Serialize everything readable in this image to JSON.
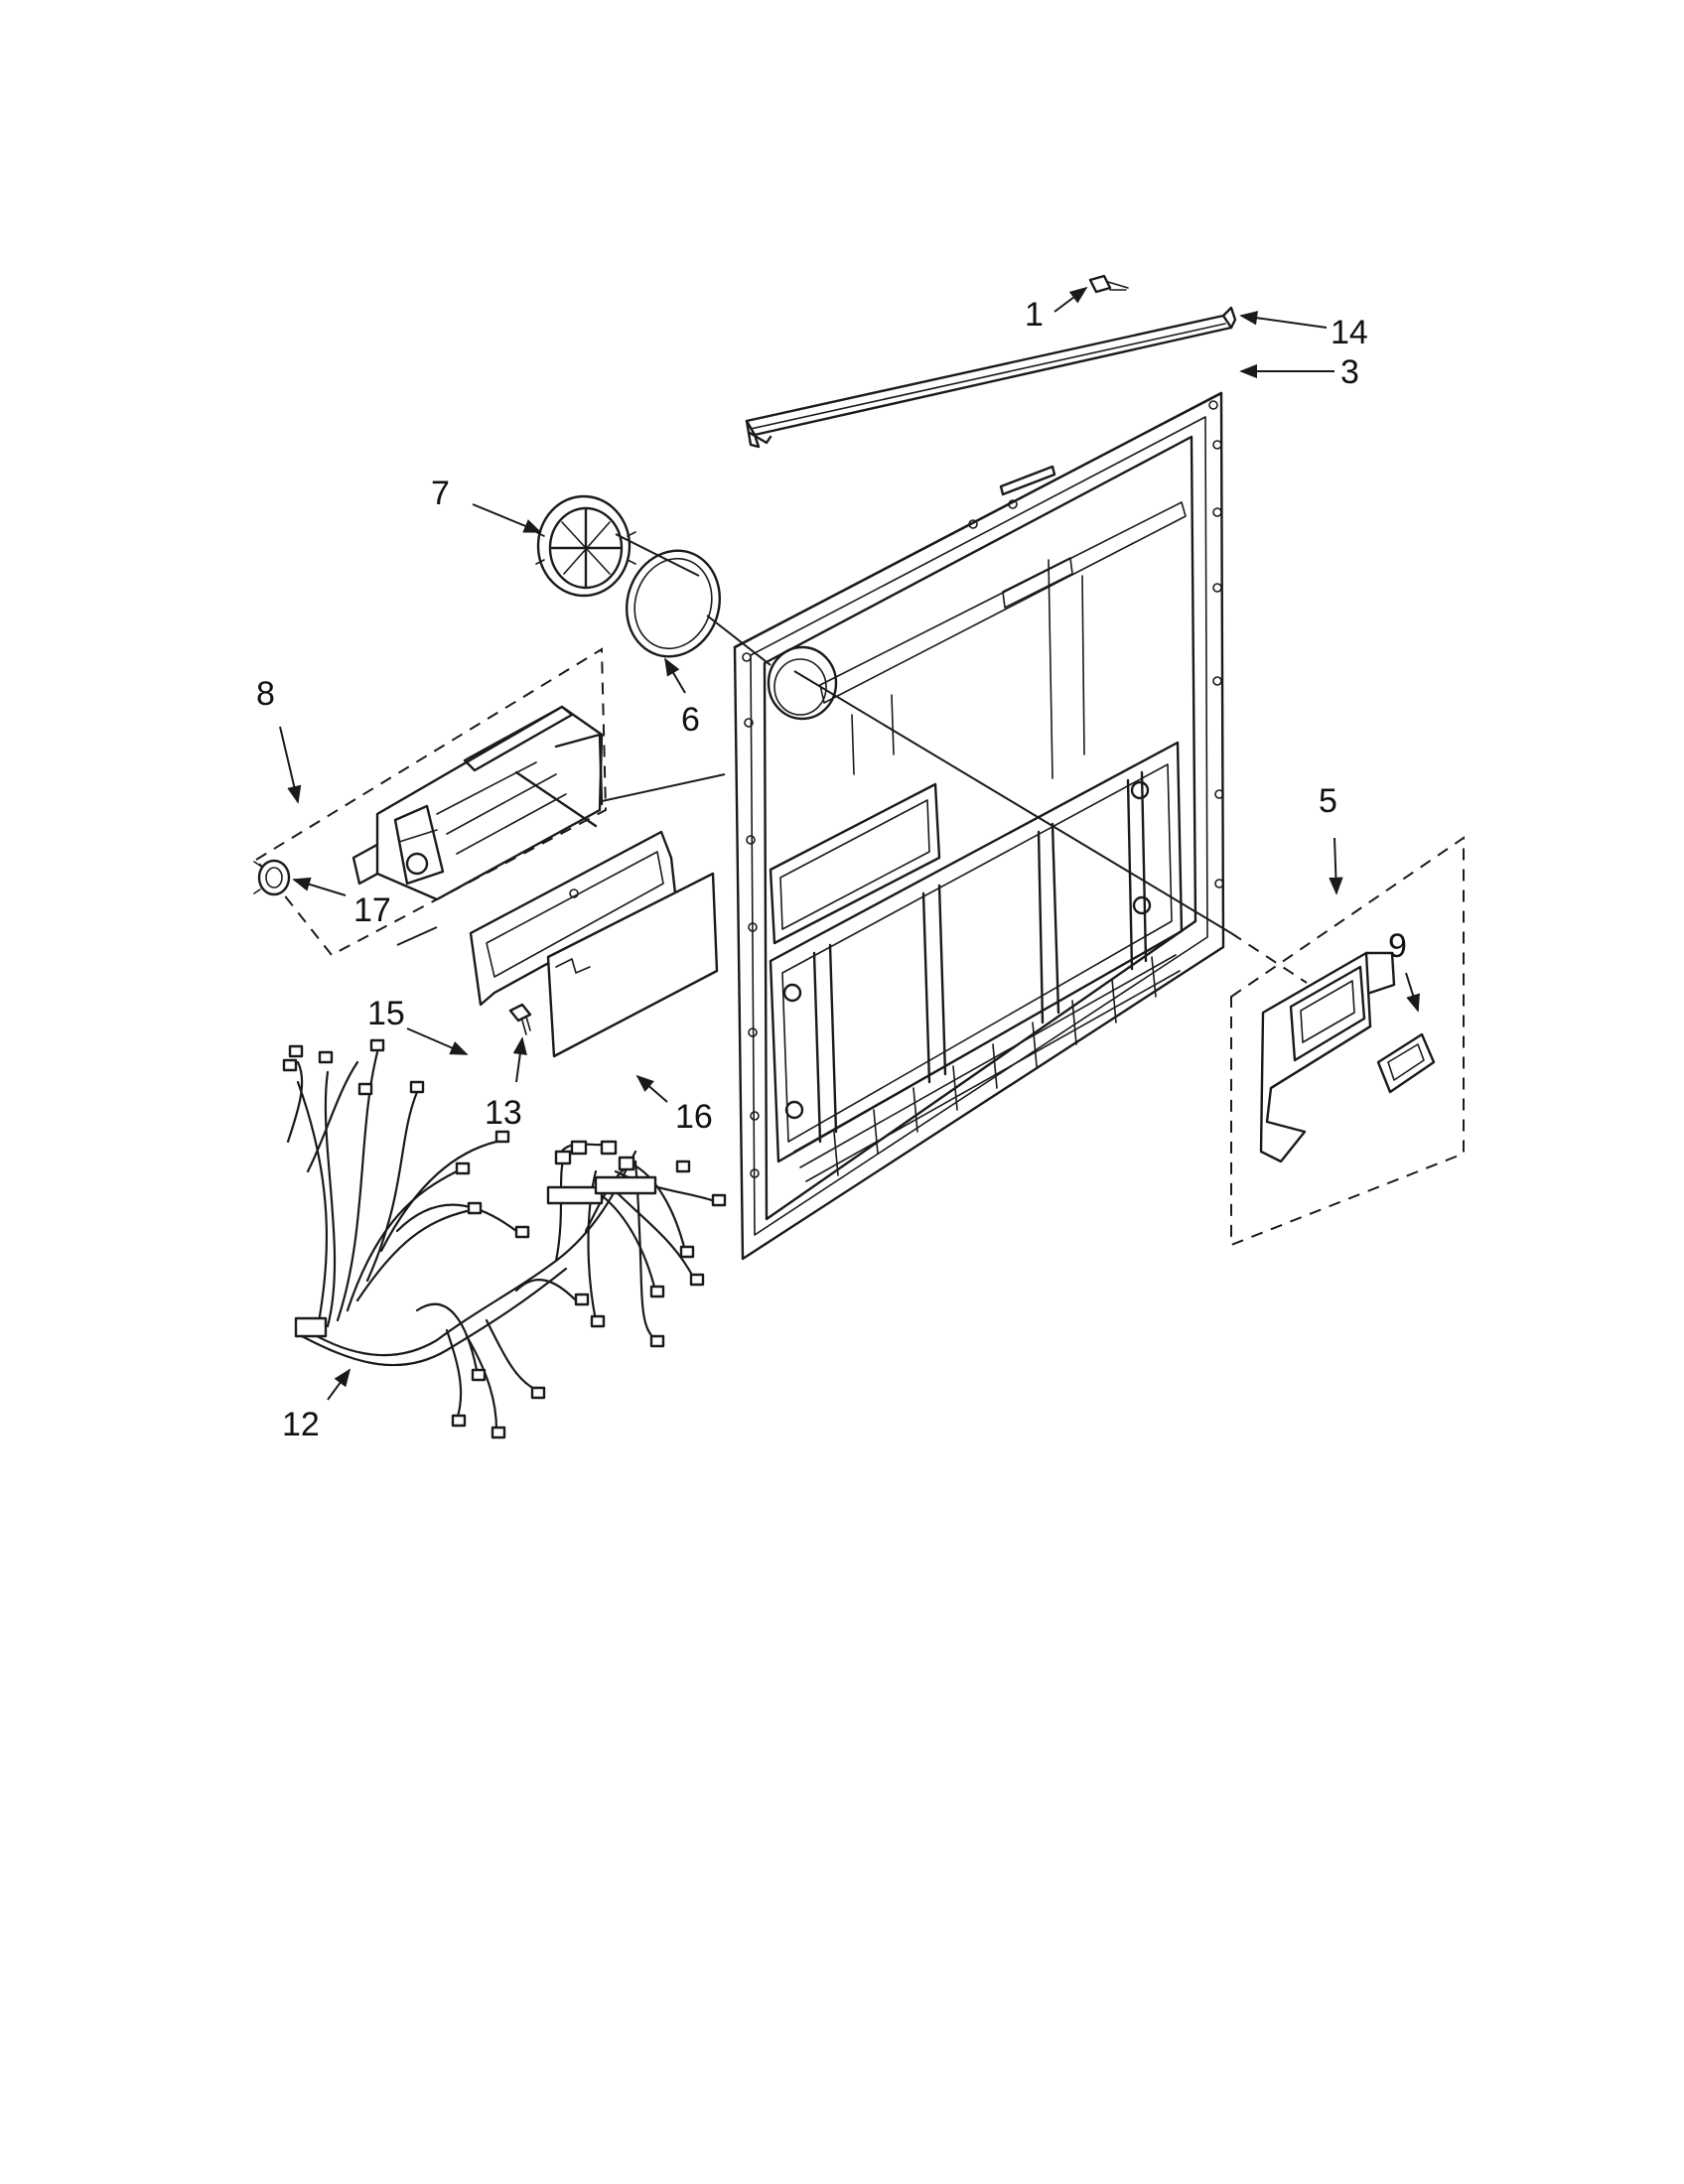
{
  "diagram": {
    "callouts": {
      "c1": "1",
      "c3": "3",
      "c5": "5",
      "c6": "6",
      "c7": "7",
      "c8": "8",
      "c9": "9",
      "c12": "12",
      "c13": "13",
      "c14": "14",
      "c15": "15",
      "c16": "16",
      "c17": "17"
    }
  }
}
